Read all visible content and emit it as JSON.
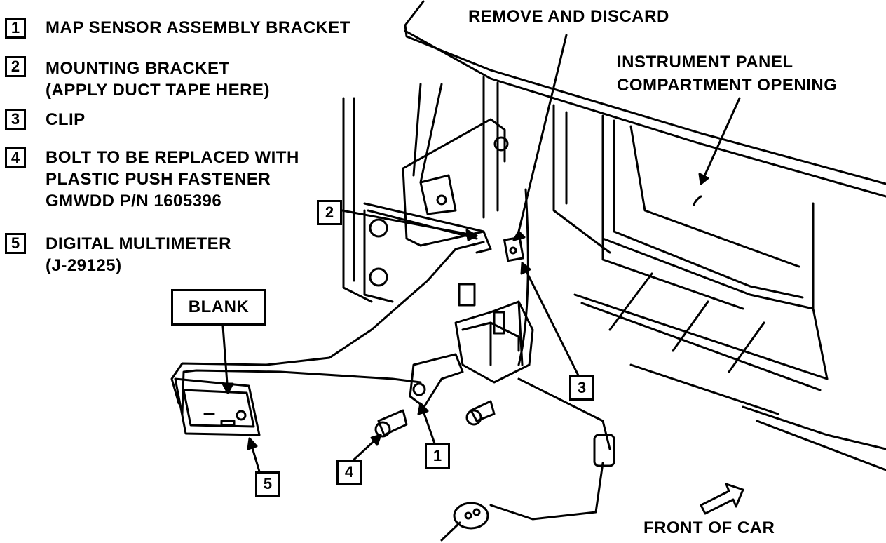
{
  "legend": [
    {
      "num": "1",
      "lines": [
        "MAP SENSOR ASSEMBLY BRACKET"
      ]
    },
    {
      "num": "2",
      "lines": [
        "MOUNTING BRACKET",
        "(APPLY DUCT TAPE HERE)"
      ]
    },
    {
      "num": "3",
      "lines": [
        "CLIP"
      ]
    },
    {
      "num": "4",
      "lines": [
        "BOLT TO BE REPLACED WITH",
        "PLASTIC PUSH FASTENER",
        "GMWDD P/N 1605396"
      ]
    },
    {
      "num": "5",
      "lines": [
        "DIGITAL MULTIMETER",
        "(J-29125)"
      ]
    }
  ],
  "labels": {
    "remove_discard": "REMOVE AND DISCARD",
    "instrument_panel_line1": "INSTRUMENT PANEL",
    "instrument_panel_line2": "COMPARTMENT OPENING",
    "blank": "BLANK",
    "front_of_car": "FRONT OF CAR"
  },
  "callouts": {
    "c1": "1",
    "c2": "2",
    "c3": "3",
    "c4": "4",
    "c5": "5"
  }
}
